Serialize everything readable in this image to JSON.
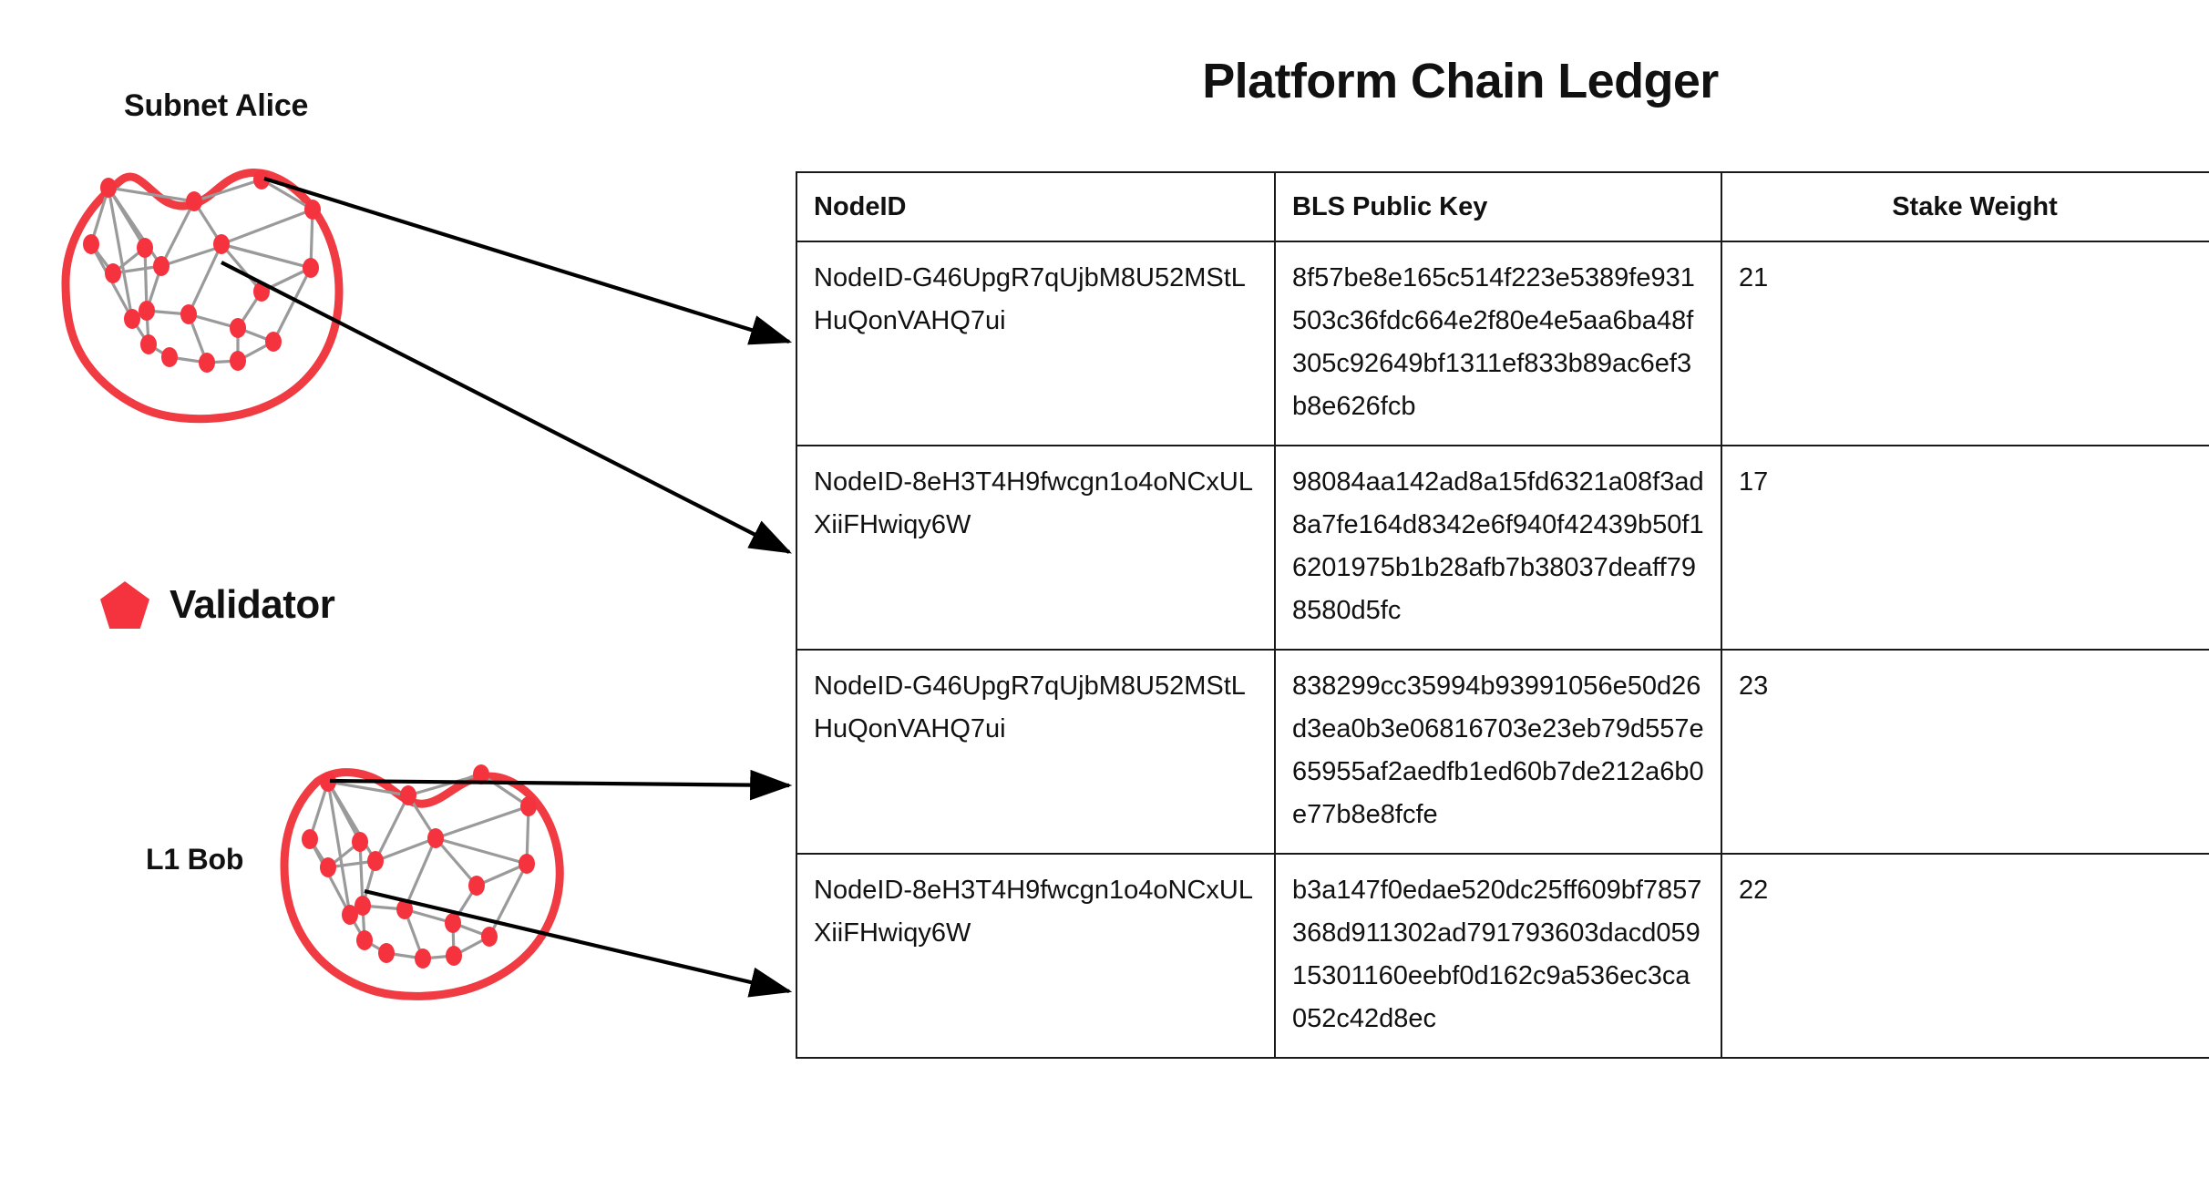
{
  "title": "Platform Chain Ledger",
  "legend": {
    "shape": "pentagon-icon",
    "label": "Validator",
    "color": "#f5333f"
  },
  "diagram": {
    "blob_outline_color": "#ef3b41",
    "node_color": "#f5333f",
    "edge_color": "#9a9a9a",
    "arrow_color": "#000000",
    "groups": [
      {
        "id": "subnet-alice",
        "label": "Subnet Alice"
      },
      {
        "id": "l1-bob",
        "label": "L1 Bob"
      }
    ]
  },
  "table": {
    "columns": [
      "NodeID",
      "BLS Public Key",
      "Stake Weight"
    ],
    "rows": [
      {
        "node_id": "NodeID-G46UpgR7qUjbM8U52MStLHuQonVAHQ7ui",
        "bls_public_key": "8f57be8e165c514f223e5389fe931503c36fdc664e2f80e4e5aa6ba48f305c92649bf1311ef833b89ac6ef3b8e626fcb",
        "stake_weight": "21"
      },
      {
        "node_id": "NodeID-8eH3T4H9fwcgn1o4oNCxULXiiFHwiqy6W",
        "bls_public_key": "98084aa142ad8a15fd6321a08f3ad8a7fe164d8342e6f940f42439b50f16201975b1b28afb7b38037deaff798580d5fc",
        "stake_weight": "17"
      },
      {
        "node_id": "NodeID-G46UpgR7qUjbM8U52MStLHuQonVAHQ7ui",
        "bls_public_key": "838299cc35994b93991056e50d26d3ea0b3e06816703e23eb79d557e65955af2aedfb1ed60b7de212a6b0e77b8e8fcfe",
        "stake_weight": "23"
      },
      {
        "node_id": "NodeID-8eH3T4H9fwcgn1o4oNCxULXiiFHwiqy6W",
        "bls_public_key": "b3a147f0edae520dc25ff609bf7857368d911302ad791793603dacd05915301160eebf0d162c9a536ec3ca052c42d8ec",
        "stake_weight": "22"
      }
    ]
  }
}
